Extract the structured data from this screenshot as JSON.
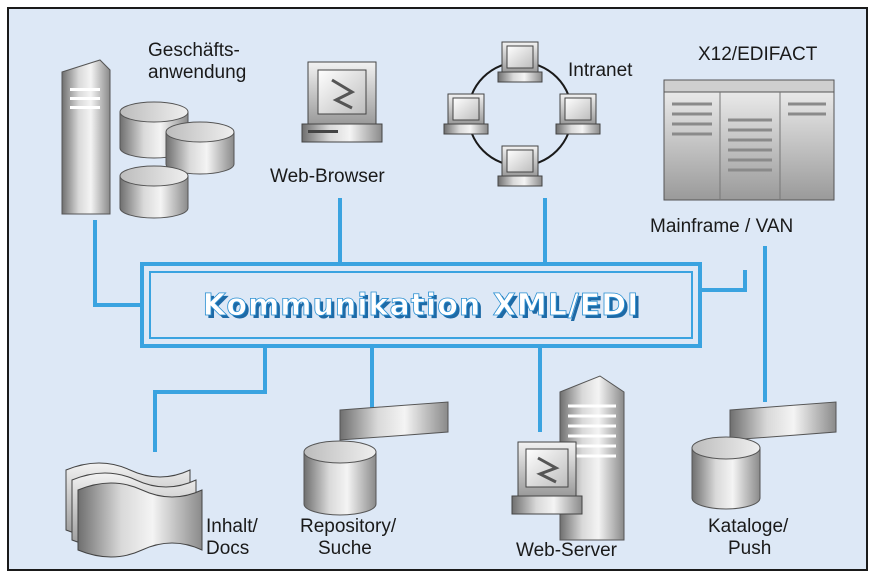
{
  "title": "Kommunikation XML/EDI",
  "colors": {
    "background": "#dde8f6",
    "connector": "#3aa3e0",
    "border": "#1a1a1a"
  },
  "nodes": {
    "business_app": {
      "line1": "Geschäfts-",
      "line2": "anwendung",
      "icon": "server-and-database-icon"
    },
    "web_browser": {
      "label": "Web-Browser",
      "icon": "computer-icon"
    },
    "intranet": {
      "label": "Intranet",
      "icon": "network-ring-icon"
    },
    "x12": {
      "label": "X12/EDIFACT",
      "icon": "mainframe-icon"
    },
    "mainframe": {
      "label": "Mainframe / VAN"
    },
    "content": {
      "line1": "Inhalt/",
      "line2": "Docs",
      "icon": "documents-icon"
    },
    "repository": {
      "line1": "Repository/",
      "line2": "Suche",
      "icon": "database-icon"
    },
    "web_server": {
      "label": "Web-Server",
      "icon": "server-tower-icon"
    },
    "catalogs": {
      "line1": "Kataloge/",
      "line2": "Push",
      "icon": "database-icon"
    }
  }
}
